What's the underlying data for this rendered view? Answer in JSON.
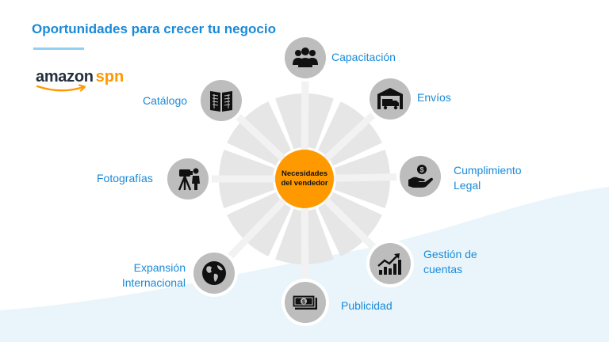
{
  "title": "Oportunidades para crecer tu negocio",
  "logo": {
    "word1": "amazon",
    "word2": "spn"
  },
  "center_label": "Necesidades del vendedor",
  "nodes": [
    {
      "label": "Capacitación",
      "icon": "people-group-icon"
    },
    {
      "label": "Envíos",
      "icon": "warehouse-truck-icon"
    },
    {
      "label": "Cumplimiento Legal",
      "icon": "hand-coin-icon"
    },
    {
      "label": "Gestión de cuentas",
      "icon": "growth-chart-icon"
    },
    {
      "label": "Publicidad",
      "icon": "money-bill-icon"
    },
    {
      "label": "Expansión Internacional",
      "icon": "globe-icon"
    },
    {
      "label": "Fotografías",
      "icon": "tripod-camera-icon"
    },
    {
      "label": "Catálogo",
      "icon": "book-icon"
    }
  ],
  "colors": {
    "title": "#1a8ad8",
    "label": "#1a8ad8",
    "center": "#ff9900",
    "icon_circle": "#bdbdbd",
    "wheel": "#e6e6e6",
    "wave": "#e9f5fb"
  }
}
